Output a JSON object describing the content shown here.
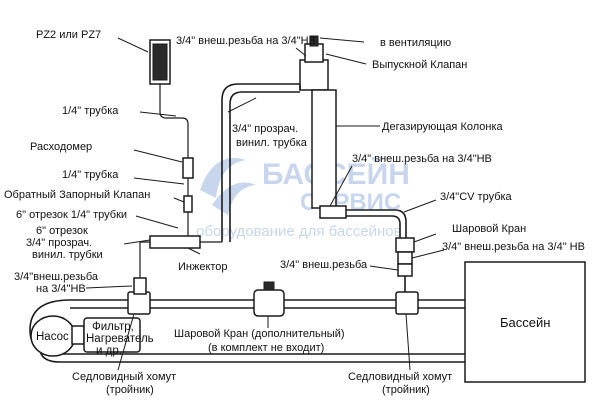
{
  "labels": {
    "pz": "PZ2 или PZ7",
    "tube_quarter_top": "1/4\" трубка",
    "flowmeter": "Расходомер",
    "tube_quarter_mid": "1/4\" трубка",
    "check_valve": "Обратный Запорный Клапан",
    "cut_quarter": "6\" отрезок 1/4\" трубки",
    "cut_vinyl_1": "6\" отрезок",
    "cut_vinyl_2": "3/4\" прозрач.",
    "cut_vinyl_3": "винил. трубки",
    "injector": "Инжектор",
    "ext_thread_left_1": "3/4\"внеш.резьба",
    "ext_thread_left_2": "на 3/4\"НВ",
    "pump": "Насос",
    "filter_1": "Фильтр,",
    "filter_2": "Нагреватель",
    "filter_3": "и др.",
    "saddle_left_1": "Седловидный хомут",
    "saddle_left_2": "(тройник)",
    "ball_valve_opt_1": "Шаровой Кран (дополнительный)",
    "ball_valve_opt_2": "(в комплект не входит)",
    "saddle_right_1": "Седловидный хомут",
    "saddle_right_2": "(тройник)",
    "pool": "Бассейн",
    "top_thread": "3/4\" внеш.резьба на 3/4\"НВ",
    "to_vent": "в вентиляцию",
    "outlet_valve": "Выпускной Клапан",
    "vinyl_mid_1": "3/4\" прозрач.",
    "vinyl_mid_2": "винил. трубка",
    "degas_column": "Дегазирующая Колонка",
    "thread_right_1": "3/4\" внеш.резьба на 3/4\"НВ",
    "cv_tube": "3/4\"CV трубка",
    "ball_valve": "Шаровой Кран",
    "thread_right_2": "3/4\" внеш.резьба на 3/4\" НВ",
    "ext_thread_short": "3/4\" внеш.резьба"
  },
  "watermark": {
    "line1": "БАССЕЙН",
    "line2": "СЕРВИС",
    "line3": "оборудование для бассейнов"
  },
  "colors": {
    "line": "#1a1a1a",
    "watermark": "#bfd0ea"
  }
}
